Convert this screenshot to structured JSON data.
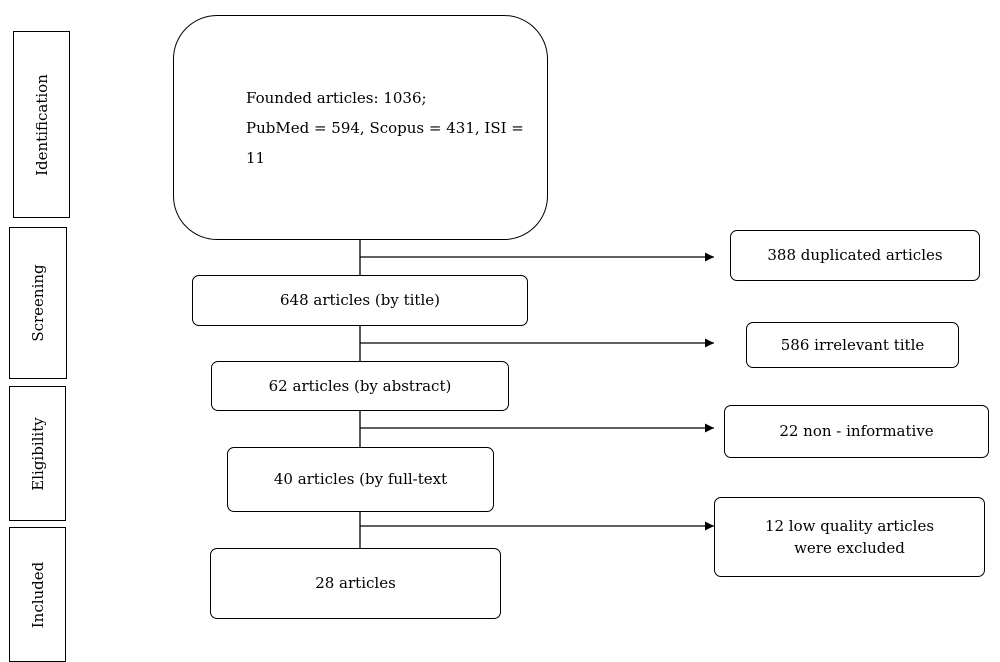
{
  "stages": [
    "Identification",
    "Screening",
    "Eligibility",
    "Included"
  ],
  "identification": {
    "line1": "Founded articles: 1036;",
    "line2": "PubMed = 594, Scopus = 431, ISI = 11"
  },
  "flow": [
    {
      "label": "648 articles (by title)"
    },
    {
      "label": "62 articles (by abstract)"
    },
    {
      "label": "40 articles (by full-text"
    },
    {
      "label": "28 articles"
    }
  ],
  "exclusions": [
    {
      "lines": [
        "388 duplicated articles"
      ]
    },
    {
      "lines": [
        "586 irrelevant title"
      ]
    },
    {
      "lines": [
        "22 non - informative"
      ]
    },
    {
      "lines": [
        "12 low quality articles",
        "were excluded"
      ]
    }
  ]
}
